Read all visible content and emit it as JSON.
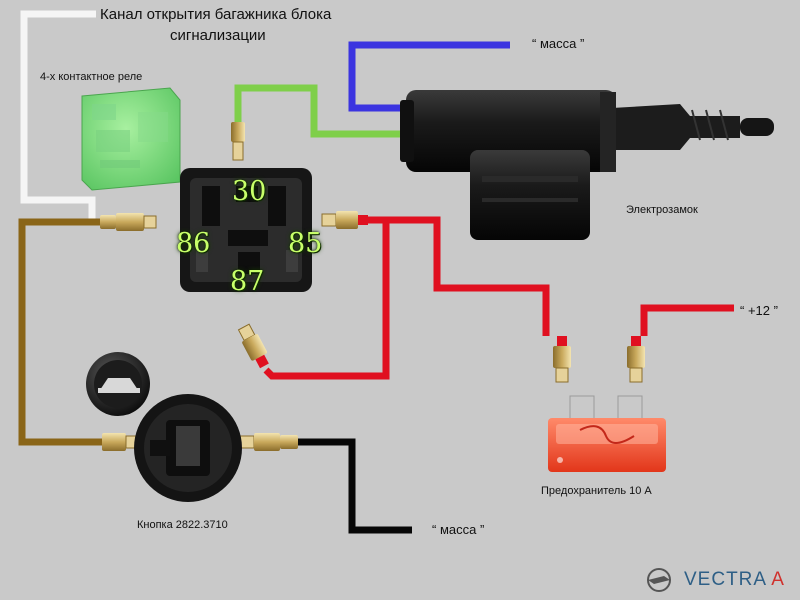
{
  "labels": {
    "alarm_channel_line1": "Канал открытия багажника блока",
    "alarm_channel_line2": "сигнализации",
    "relay": "4-х контактное реле",
    "mass_top": "“ масса ”",
    "lock": "Электрозамок",
    "plus12": "“ +12 ”",
    "fuse": "Предохранитель 10 А",
    "button": "Кнопка 2822.3710",
    "mass_bottom": "“ масса ”"
  },
  "relay_pins": {
    "p30": "30",
    "p86": "86",
    "p85": "85",
    "p87": "87"
  },
  "logo": {
    "text_main": "VECTRA",
    "text_accent": "A",
    "main_color": "#2e5f86",
    "accent_color": "#d0312d"
  },
  "wire_colors": {
    "white": "#f5f5f5",
    "blue": "#3b34e0",
    "green": "#7fcf4a",
    "brown": "#8a6518",
    "red": "#e01020",
    "black": "#070707"
  }
}
